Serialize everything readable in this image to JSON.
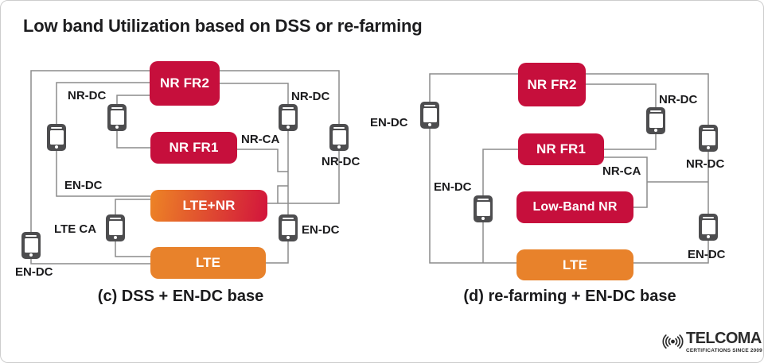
{
  "title": "Low band Utilization based on DSS or re-farming",
  "colors": {
    "node_crimson": "#c60f3c",
    "node_orange": "#e8822b",
    "node_gradient_start": "#ed8425",
    "node_gradient_end": "#d2143c",
    "connector_line": "#8c8c8c",
    "phone_body": "#4d4d4f",
    "label_text": "#1b1b1d"
  },
  "diagram_c": {
    "caption": "(c) DSS + EN-DC base",
    "boxes": [
      {
        "label": "NR FR2"
      },
      {
        "label": "NR FR1"
      },
      {
        "label": "LTE+NR"
      },
      {
        "label": "LTE"
      }
    ],
    "labels": [
      {
        "text": "NR-DC"
      },
      {
        "text": "NR-DC"
      },
      {
        "text": "NR-CA"
      },
      {
        "text": "NR-DC"
      },
      {
        "text": "EN-DC"
      },
      {
        "text": "LTE CA"
      },
      {
        "text": "EN-DC"
      },
      {
        "text": "EN-DC"
      }
    ]
  },
  "diagram_d": {
    "caption": "(d) re-farming + EN-DC base",
    "boxes": [
      {
        "label": "NR FR2"
      },
      {
        "label": "NR FR1"
      },
      {
        "label": "Low-Band NR"
      },
      {
        "label": "LTE"
      }
    ],
    "labels": [
      {
        "text": "EN-DC"
      },
      {
        "text": "NR-DC"
      },
      {
        "text": "NR-DC"
      },
      {
        "text": "EN-DC"
      },
      {
        "text": "NR-CA"
      },
      {
        "text": "EN-DC"
      }
    ]
  },
  "logo": {
    "name": "TELCOMA",
    "tagline": "CERTIFICATIONS SINCE 2009"
  }
}
